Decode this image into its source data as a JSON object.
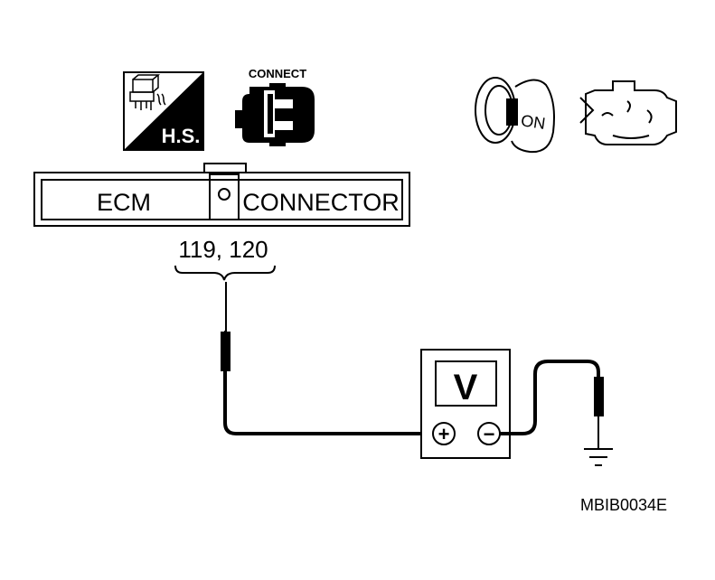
{
  "diagram": {
    "hs_label": "H.S.",
    "connect_label": "CONNECT",
    "ignition_label": "ON",
    "ecm_label": "ECM",
    "connector_label": "CONNECTOR",
    "terminals_label": "119, 120",
    "meter_label": "V",
    "plus_symbol": "+",
    "minus_symbol": "−",
    "figure_code": "MBIB0034E"
  }
}
